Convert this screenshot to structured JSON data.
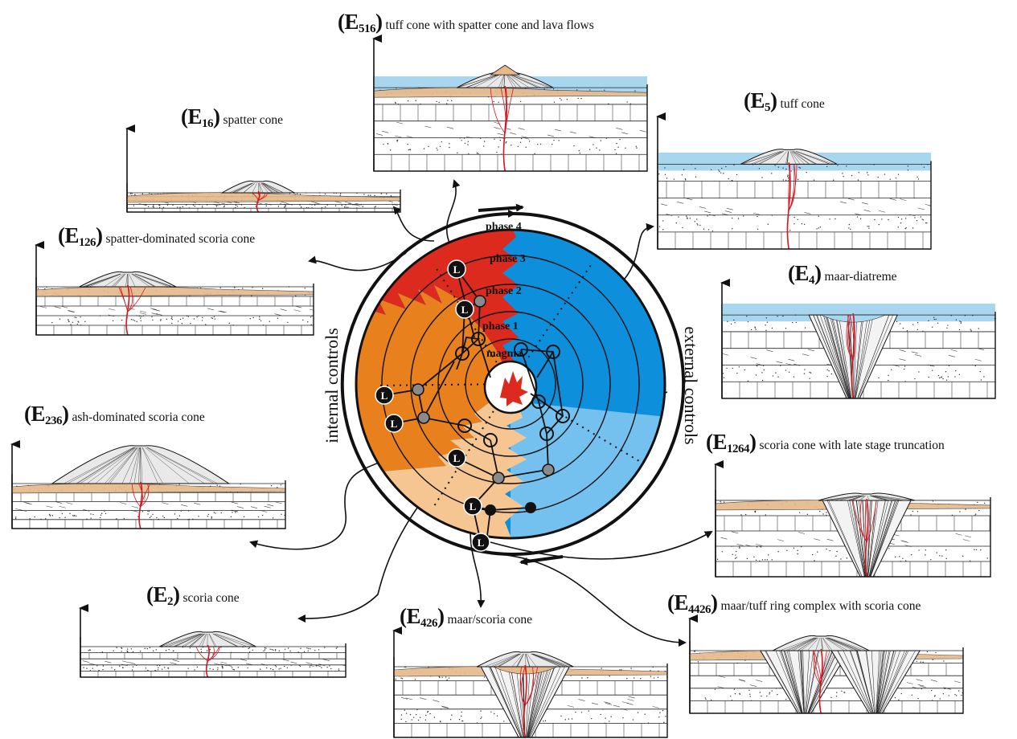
{
  "panels": [
    {
      "id": "E516",
      "code": "E",
      "sub": "516",
      "desc": "tuff cone with spatter cone and lava flows"
    },
    {
      "id": "E16",
      "code": "E",
      "sub": "16",
      "desc": "spatter cone"
    },
    {
      "id": "E5",
      "code": "E",
      "sub": "5",
      "desc": "tuff cone"
    },
    {
      "id": "E126",
      "code": "E",
      "sub": "126",
      "desc": "spatter-dominated scoria cone"
    },
    {
      "id": "E4",
      "code": "E",
      "sub": "4",
      "desc": "maar-diatreme"
    },
    {
      "id": "E236",
      "code": "E",
      "sub": "236",
      "desc": "ash-dominated scoria cone"
    },
    {
      "id": "E1264",
      "code": "E",
      "sub": "1264",
      "desc": "scoria cone with late stage truncation"
    },
    {
      "id": "E2",
      "code": "E",
      "sub": "2",
      "desc": "scoria cone"
    },
    {
      "id": "E426",
      "code": "E",
      "sub": "426",
      "desc": "maar/scoria cone"
    },
    {
      "id": "E4426",
      "code": "E",
      "sub": "4426",
      "desc": "maar/tuff ring complex with scoria cone"
    }
  ],
  "wheel": {
    "phases": [
      "phase 4",
      "phase 3",
      "phase 2",
      "phase 1",
      "magma"
    ],
    "left_label": "internal controls",
    "right_label": "external controls",
    "node_letter": "L"
  },
  "colors": {
    "red": "#dc2a1e",
    "orange": "#e8801e",
    "peach": "#f5c592",
    "blue": "#0d8fdc",
    "light_blue": "#74c0ee",
    "water": "#a9d6ef",
    "tephra_tan": "#e6b98a",
    "dike_red": "#d8141e",
    "outline": "#111111"
  }
}
